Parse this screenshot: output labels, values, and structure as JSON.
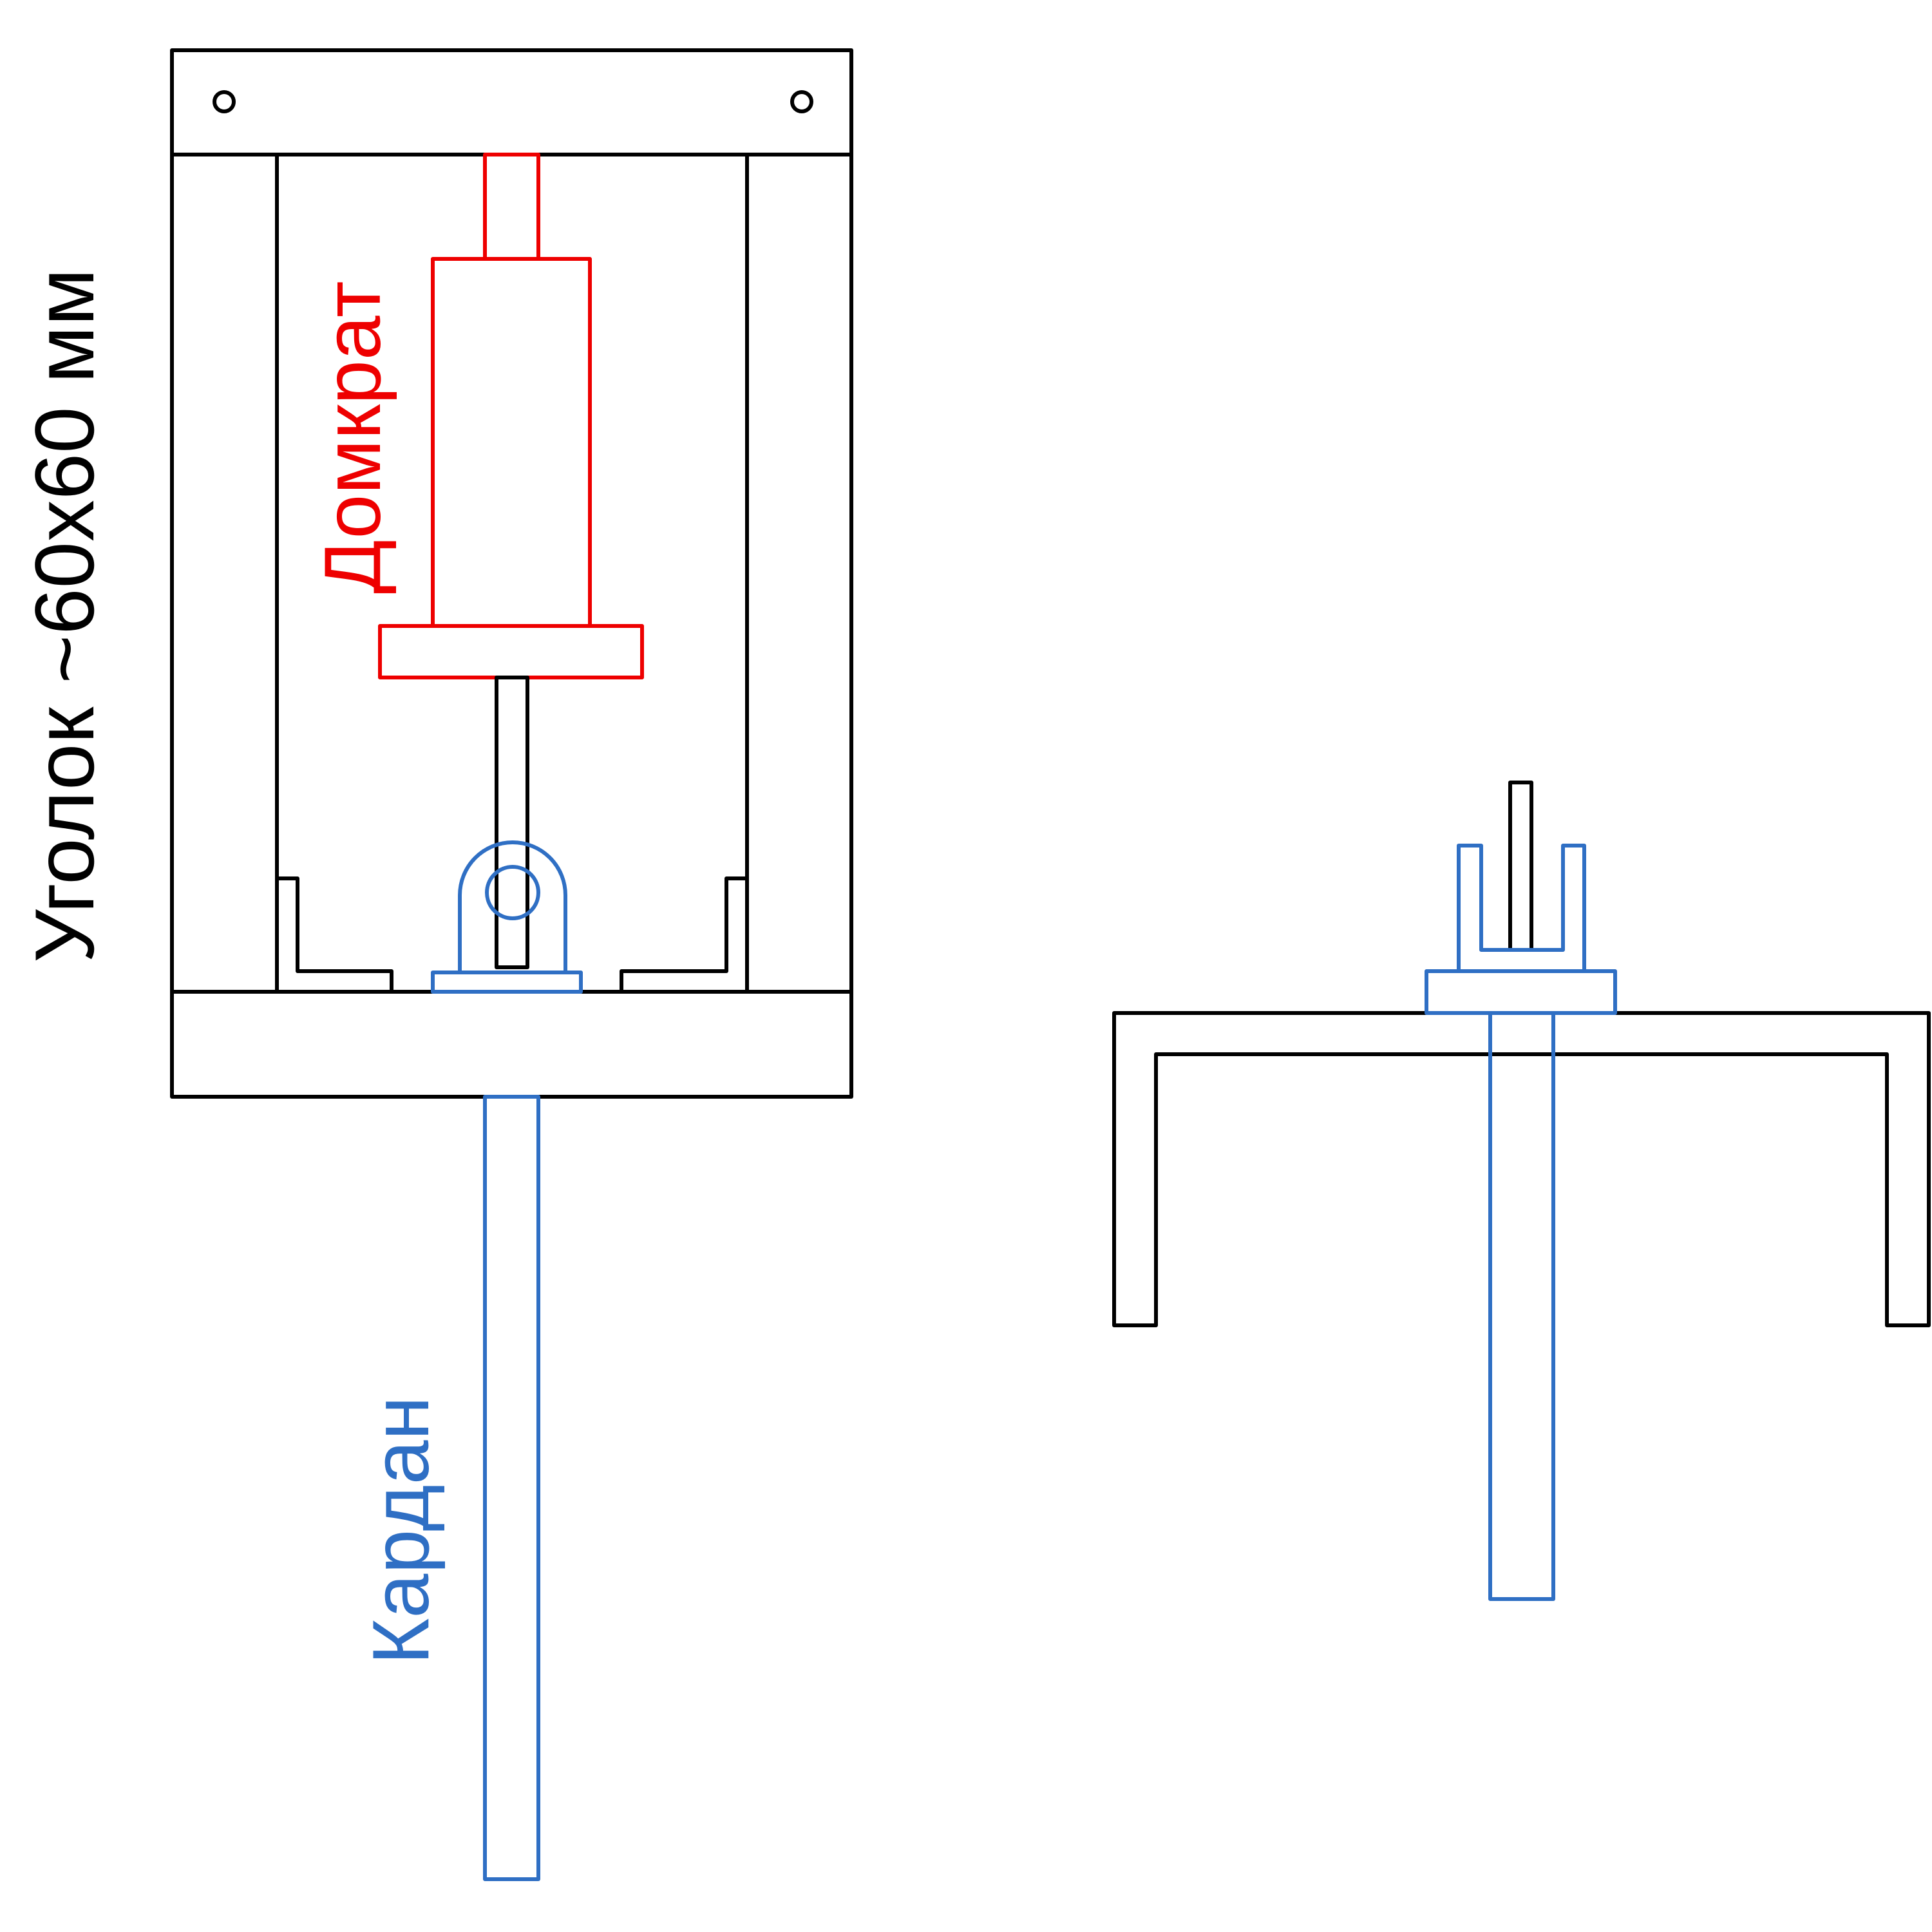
{
  "labels": {
    "angle_profile": "Уголок ~60х60 мм",
    "jack": "Домкрат",
    "cardan": "Кардан"
  },
  "colors": {
    "frame": "#000000",
    "jack": "#ee0000",
    "cardan": "#2f6fc4"
  }
}
